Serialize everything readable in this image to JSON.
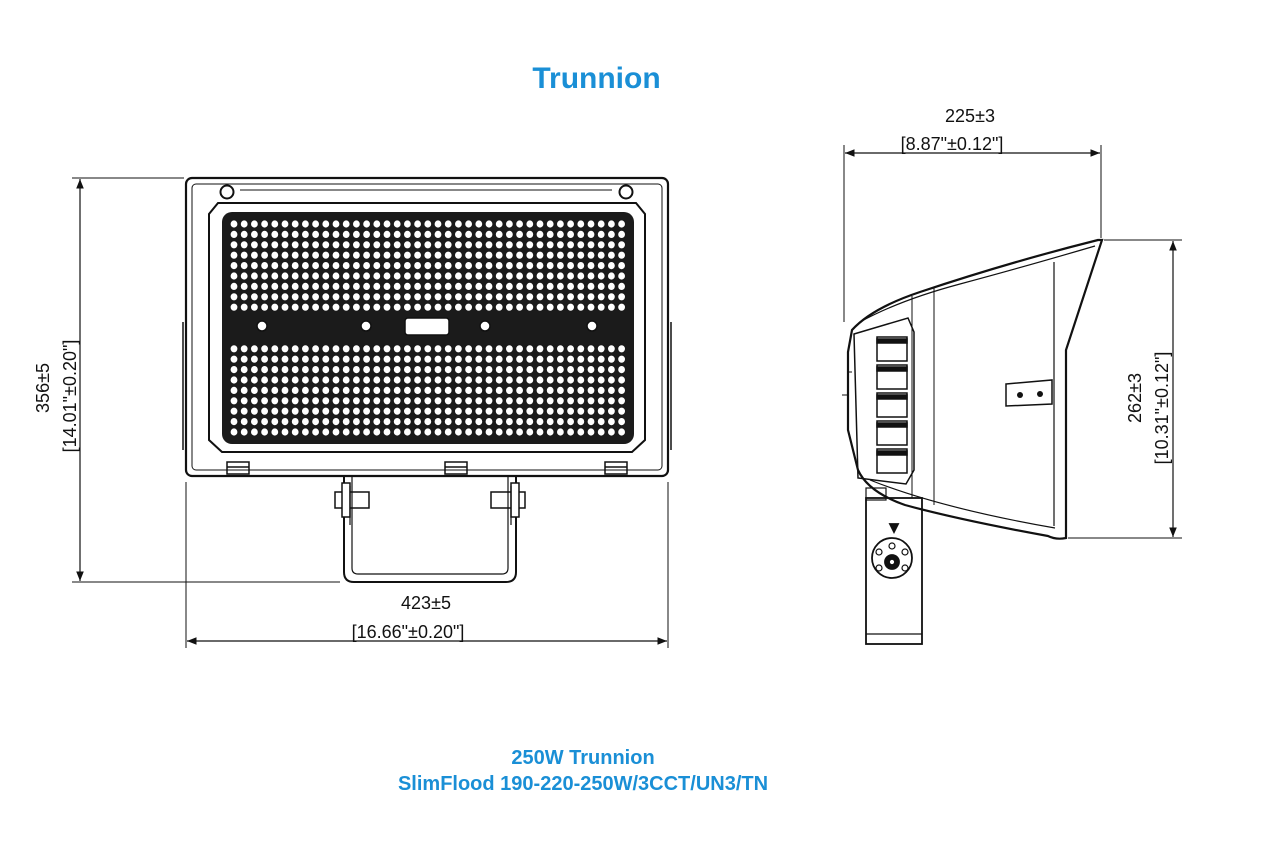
{
  "title": "Trunnion",
  "caption": {
    "line1": "250W Trunnion",
    "line2": "SlimFlood 190-220-250W/3CCT/UN3/TN"
  },
  "dimensions": {
    "front_height_mm": "356±5",
    "front_height_in": "[14.01\"±0.20\"]",
    "front_width_mm": "423±5",
    "front_width_in": "[16.66\"±0.20\"]",
    "side_depth_mm": "225±3",
    "side_depth_in": "[8.87\"±0.12\"]",
    "side_height_mm": "262±3",
    "side_height_in": "[10.31\"±0.12\"]"
  },
  "colors": {
    "accent": "#1a8fd6",
    "line": "#111111"
  }
}
